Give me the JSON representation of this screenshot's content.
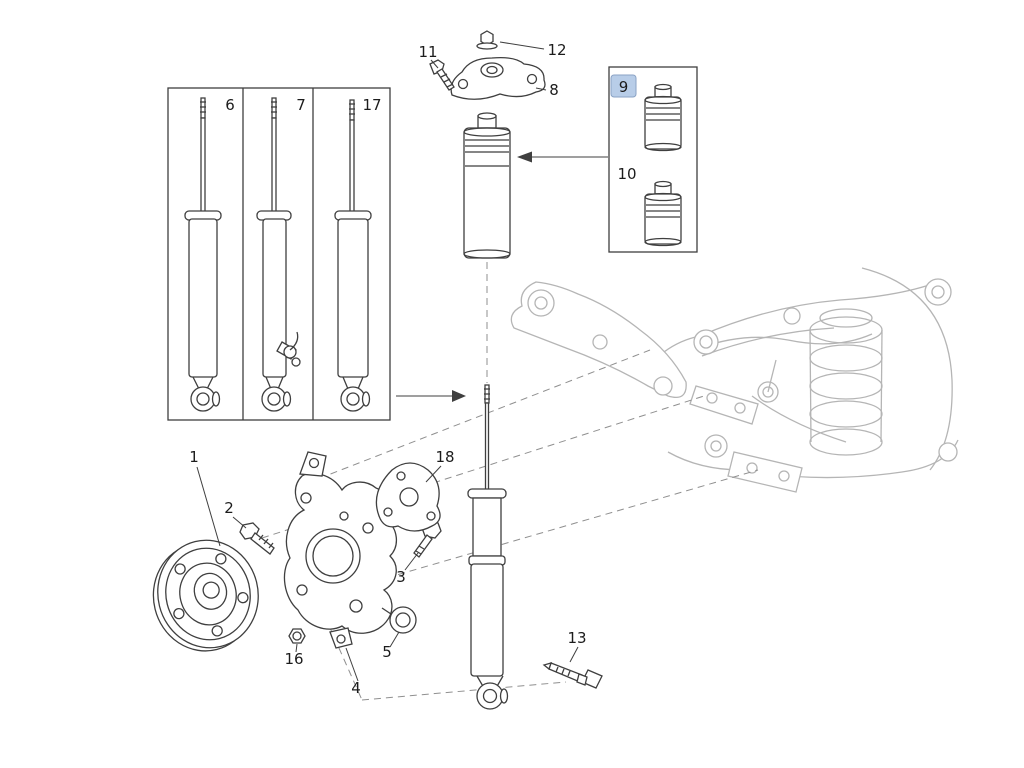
{
  "diagram": {
    "selected_callout": "9"
  },
  "colors": {
    "highlight_fill": "#b8cde8",
    "highlight_border": "#8aa2c4",
    "selected_text": "#17418f",
    "line": "#3f3f3f",
    "faded_line": "#b5b5b5"
  },
  "callouts": {
    "p1": "1",
    "p2": "2",
    "p3": "3",
    "p4": "4",
    "p5": "5",
    "p6": "6",
    "p7": "7",
    "p8": "8",
    "p9": "9",
    "p10": "10",
    "p11": "11",
    "p12": "12",
    "p13": "13",
    "p16": "16",
    "p17": "17",
    "p18": "18"
  }
}
